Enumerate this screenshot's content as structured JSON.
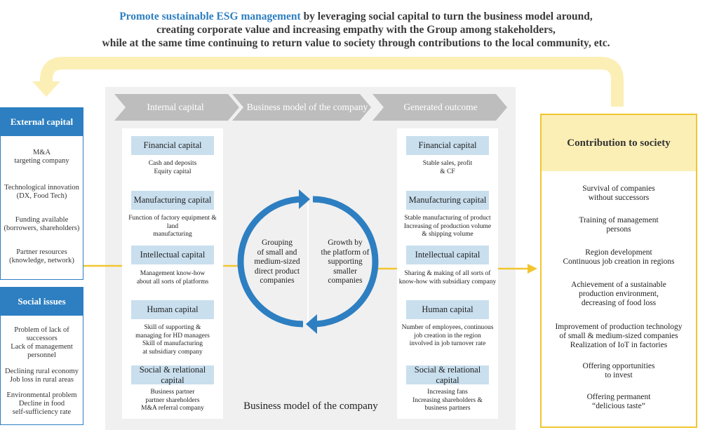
{
  "header": {
    "line1_highlight": "Promote sustainable ESG management",
    "line1_rest": " by leveraging social capital to turn the business model around,",
    "line2": "creating corporate value and increasing empathy with the Group among stakeholders,",
    "line3": "while at the same time continuing to return value to society through contributions to the local community, etc."
  },
  "chevrons": [
    "Internal capital",
    "Business model of the company",
    "Generated outcome"
  ],
  "external_capital": {
    "title": "External capital",
    "items": [
      [
        "M&A",
        "targeting company"
      ],
      [
        "Technological innovation",
        "(DX, Food Tech)"
      ],
      [
        "Funding available",
        "(borrowers, shareholders)"
      ],
      [
        "Partner resources",
        "(knowledge, network)"
      ]
    ]
  },
  "social_issues": {
    "title": "Social issues",
    "items": [
      [
        "Problem of lack of",
        "successors",
        "Lack of management",
        "personnel"
      ],
      [
        "Declining rural economy",
        "Job loss in rural areas"
      ],
      [
        "Environmental problem",
        "Decline in food",
        "self-sufficiency rate"
      ]
    ]
  },
  "internal": [
    {
      "label": "Financial capital",
      "desc": [
        "Cash and deposits",
        "Equity capital"
      ]
    },
    {
      "label": "Manufacturing capital",
      "desc": [
        "Function of factory equipment & land",
        "manufacturing"
      ]
    },
    {
      "label": "Intellectual capital",
      "desc": [
        "Management know-how",
        "about all sorts of platforms"
      ]
    },
    {
      "label": "Human capital",
      "desc": [
        "Skill of supporting &",
        "managing for HD managers",
        "Skill of manufacturing",
        "at subsidiary company"
      ]
    },
    {
      "label": "Social & relational capital",
      "desc": [
        "Business partner",
        "partner shareholders",
        "M&A referral company"
      ]
    }
  ],
  "outcome": [
    {
      "label": "Financial capital",
      "desc": [
        "Stable sales, profit",
        "& CF"
      ]
    },
    {
      "label": "Manufacturing capital",
      "desc": [
        "Stable manufacturing of product",
        "Increasing of production volume",
        "& shipping volume"
      ]
    },
    {
      "label": "Intellectual capital",
      "desc": [
        "Sharing & making of all sorts of",
        "know-how with subsidiary company"
      ]
    },
    {
      "label": "Human capital",
      "desc": [
        "Number of employees, continuous",
        "job creation in the region",
        "involved in job turnover rate"
      ]
    },
    {
      "label": "Social & relational capital",
      "desc": [
        "Increasing fans",
        "Increasing shareholders &",
        "business partners"
      ]
    }
  ],
  "circle": {
    "left_text": [
      "Grouping",
      "of small and",
      "medium-sized",
      "direct product",
      "companies"
    ],
    "right_text": [
      "Growth by",
      "the platform of",
      "supporting",
      "smaller",
      "companies"
    ]
  },
  "business_model_label": "Business model of the company",
  "contribution": {
    "title": "Contribution to society",
    "items": [
      [
        "Survival of companies",
        "without successors"
      ],
      [
        "Training of management",
        "persons"
      ],
      [
        "Region development",
        "Continuous job creation in regions"
      ],
      [
        "Achievement of a sustainable",
        "production environment,",
        "decreasing of food loss"
      ],
      [
        "Improvement of production technology",
        "of small & medium-sized companies",
        "Realization of IoT in factories"
      ],
      [
        "Offering opportunities",
        "to invest"
      ],
      [
        "Offering permanent",
        "“delicious taste”"
      ]
    ]
  },
  "colors": {
    "accent_blue": "#2d7fc1",
    "light_blue": "#c9dfee",
    "yellow": "#f2c530",
    "light_yellow": "#fbefb6",
    "chevron_gray": "#bdbdbd"
  }
}
